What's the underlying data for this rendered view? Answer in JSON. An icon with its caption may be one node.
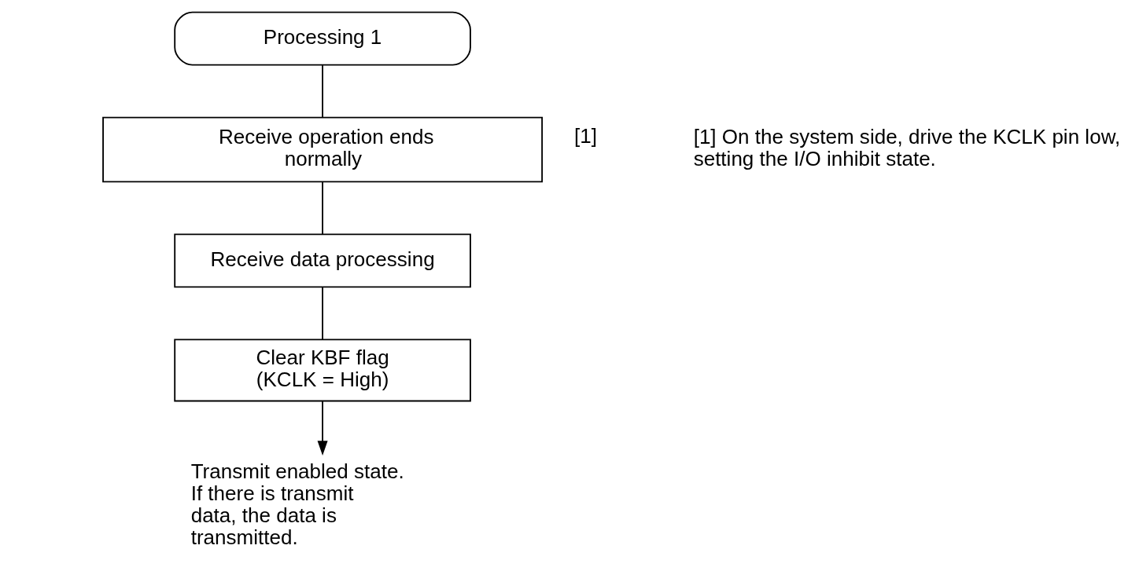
{
  "diagram": {
    "nodes": [
      {
        "text": [
          "Processing 1"
        ]
      },
      {
        "text": [
          "Receive operation ends normally"
        ],
        "beside": [
          "[1]"
        ]
      },
      {
        "text": [
          "Receive data processing"
        ]
      },
      {
        "text": [
          "Clear KBF flag (KCLK = High)"
        ]
      },
      {
        "text": [
          "Transmit enabled state. If there is transmit data, the data is transmitted."
        ]
      }
    ],
    "edges": [
      {
        "from": 0,
        "to": 1,
        "arrow": "none"
      },
      {
        "from": 1,
        "to": 2,
        "arrow": "none"
      },
      {
        "from": 2,
        "to": 3,
        "arrow": "none"
      },
      {
        "from": 3,
        "to": 4,
        "arrow": "to"
      }
    ],
    "labels": [
      "[1] On the system side, drive the KCLK pin low, setting the I/O inhibit state."
    ]
  }
}
